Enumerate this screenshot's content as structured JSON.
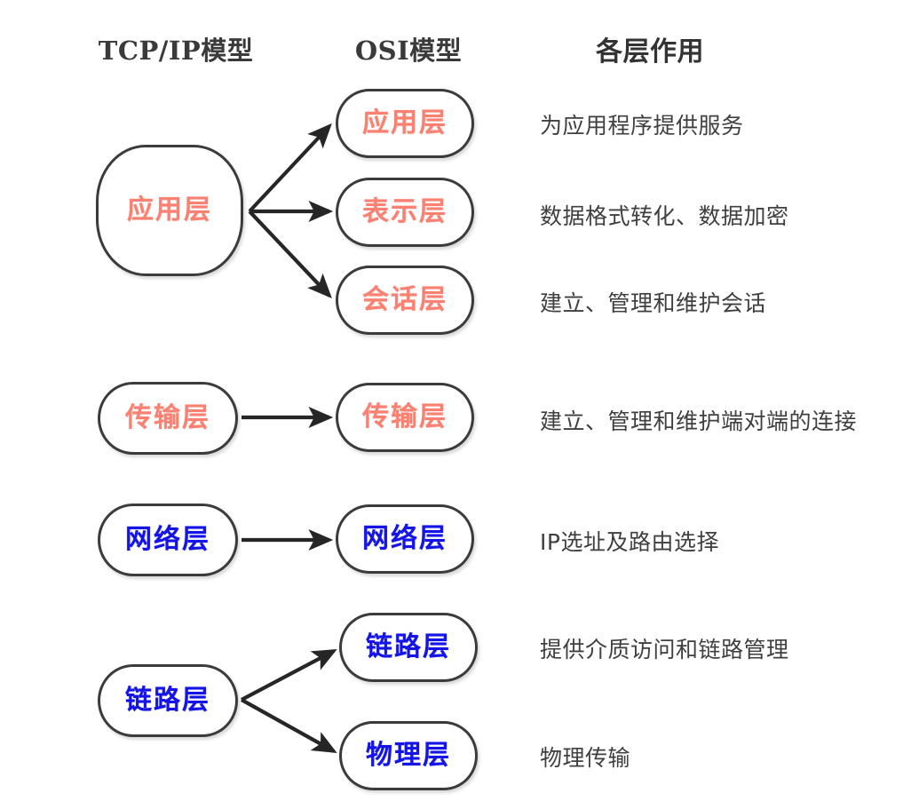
{
  "headers": {
    "tcpip": "TCP/IP模型",
    "osi": "OSI模型",
    "roles": "各层作用"
  },
  "colors": {
    "upper_layer_text": "#fa8072",
    "lower_layer_text": "#1414e6",
    "box_border": "#3b3b3b",
    "description_text": "#3f3f3f",
    "background": "#ffffff"
  },
  "tcpip_layers": [
    {
      "id": "application",
      "label": "应用层",
      "tone": "red"
    },
    {
      "id": "transport",
      "label": "传输层",
      "tone": "red"
    },
    {
      "id": "network",
      "label": "网络层",
      "tone": "blue"
    },
    {
      "id": "link",
      "label": "链路层",
      "tone": "blue"
    }
  ],
  "osi_layers": [
    {
      "id": "application",
      "label": "应用层",
      "tone": "red"
    },
    {
      "id": "presentation",
      "label": "表示层",
      "tone": "red"
    },
    {
      "id": "session",
      "label": "会话层",
      "tone": "red"
    },
    {
      "id": "transport",
      "label": "传输层",
      "tone": "red"
    },
    {
      "id": "network",
      "label": "网络层",
      "tone": "blue"
    },
    {
      "id": "datalink",
      "label": "链路层",
      "tone": "blue"
    },
    {
      "id": "physical",
      "label": "物理层",
      "tone": "blue"
    }
  ],
  "descriptions": [
    "为应用程序提供服务",
    "数据格式转化、数据加密",
    "建立、管理和维护会话",
    "建立、管理和维护端对端的连接",
    "IP选址及路由选择",
    "提供介质访问和链路管理",
    "物理传输"
  ],
  "mappings": [
    {
      "from": "应用层",
      "to": [
        "应用层",
        "表示层",
        "会话层"
      ]
    },
    {
      "from": "传输层",
      "to": [
        "传输层"
      ]
    },
    {
      "from": "网络层",
      "to": [
        "网络层"
      ]
    },
    {
      "from": "链路层",
      "to": [
        "链路层",
        "物理层"
      ]
    }
  ]
}
